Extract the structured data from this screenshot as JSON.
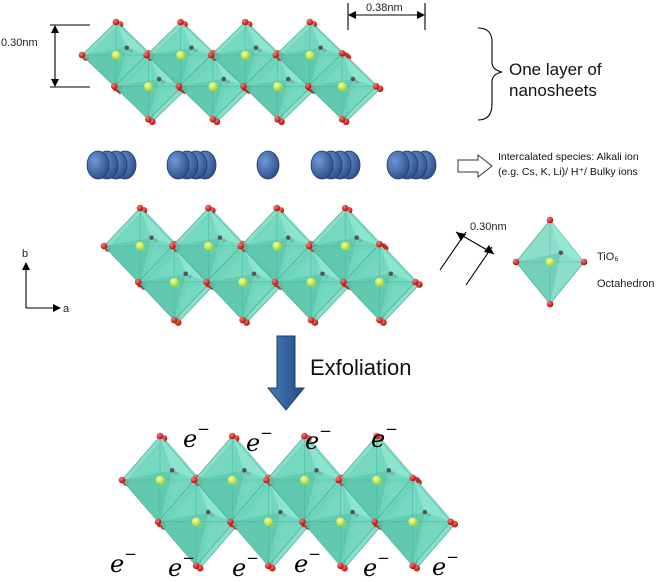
{
  "colors": {
    "octahedron": "#6fd6bd",
    "octahedron_dark": "#3fae96",
    "titanium": "#c8f04a",
    "oxygen": "#c81818",
    "alkali_ion": "#3f68a8",
    "arrow": "#2f5f9c"
  },
  "labels": {
    "height_measure": "0.30nm",
    "width_measure": "0.38nm",
    "layer_label_line1": "One layer of",
    "layer_label_line2": "nanosheets",
    "intercalated_line1": "Intercalated species: Alkali ion",
    "intercalated_line2": "(e.g. Cs, K, Li)/ H⁺/ Bulky ions",
    "bond_measure": "0.30nm",
    "tio6": "TiO₆",
    "octahedron": "Octahedron",
    "axis_b": "b",
    "axis_a": "a",
    "exfoliation": "Exfoliation",
    "electron": "e",
    "electron_charge": "−"
  }
}
